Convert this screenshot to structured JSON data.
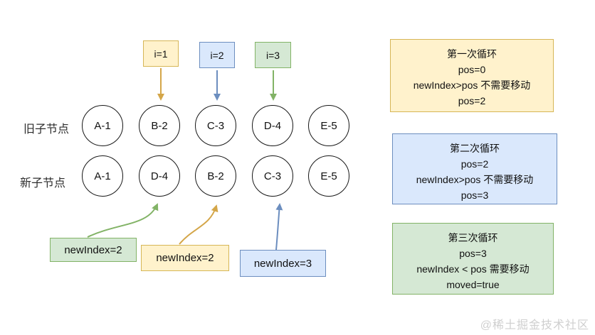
{
  "watermark": "@稀土掘金技术社区",
  "colors": {
    "yellow_fill": "#FFF2CC",
    "yellow_border": "#D6B656",
    "yellow_arrow": "#D4A649",
    "blue_fill": "#DAE8FC",
    "blue_border": "#6C8EBF",
    "blue_arrow": "#6C8EBF",
    "green_fill": "#D5E8D4",
    "green_border": "#82B366",
    "green_arrow": "#82B366"
  },
  "diagram": {
    "index_tags": [
      {
        "label": "i=1",
        "color": "yellow"
      },
      {
        "label": "i=2",
        "color": "blue"
      },
      {
        "label": "i=3",
        "color": "green"
      }
    ],
    "old_row": {
      "label": "旧子节点",
      "nodes": [
        "A-1",
        "B-2",
        "C-3",
        "D-4",
        "E-5"
      ]
    },
    "new_row": {
      "label": "新子节点",
      "nodes": [
        "A-1",
        "D-4",
        "B-2",
        "C-3",
        "E-5"
      ]
    },
    "new_index_tags": [
      {
        "label": "newIndex=2",
        "color": "green"
      },
      {
        "label": "newIndex=2",
        "color": "yellow"
      },
      {
        "label": "newIndex=3",
        "color": "blue"
      }
    ]
  },
  "loop_notes": [
    {
      "color": "yellow",
      "title": "第一次循环",
      "lines": [
        "pos=0",
        "newIndex>pos 不需要移动",
        "pos=2"
      ]
    },
    {
      "color": "blue",
      "title": "第二次循环",
      "lines": [
        "pos=2",
        "newIndex>pos 不需要移动",
        "pos=3"
      ]
    },
    {
      "color": "green",
      "title": "第三次循环",
      "lines": [
        "pos=3",
        "newIndex < pos 需要移动",
        "moved=true"
      ]
    }
  ]
}
